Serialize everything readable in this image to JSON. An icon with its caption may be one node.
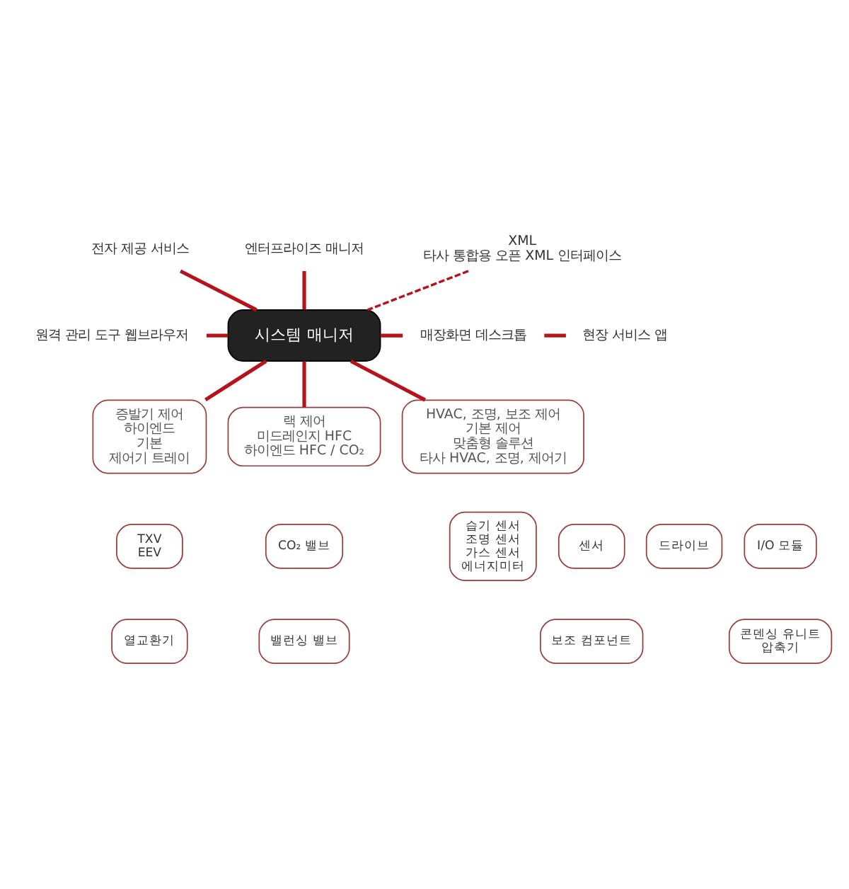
{
  "diagram": {
    "nodes": [
      {
        "text": [
          "전자 제공 서비스"
        ]
      },
      {
        "text": [
          "엔터프라이즈 매니저"
        ]
      },
      {
        "text": [
          "XML",
          "타사 통합용 오픈 XML 인터페이스"
        ]
      },
      {
        "text": [
          "원격 관리 도구 웹브라우저"
        ]
      },
      {
        "text": [
          "시스템 매니저"
        ]
      },
      {
        "text": [
          "매장화면 데스크톱"
        ]
      },
      {
        "text": [
          "현장 서비스 앱"
        ]
      },
      {
        "text": [
          "증발기 제어",
          "하이엔드",
          "기본",
          "제어기 트레이"
        ]
      },
      {
        "text": [
          "랙 제어",
          "미드레인지 HFC",
          "하이엔드 HFC / CO₂"
        ]
      },
      {
        "text": [
          "HVAC, 조명, 보조 제어",
          "기본 제어",
          "맞춤형 솔루션",
          "타사 HVAC, 조명, 제어기"
        ]
      },
      {
        "text": [
          "TXV",
          "EEV"
        ]
      },
      {
        "text": [
          "센서"
        ]
      },
      {
        "text": [
          "드라이브"
        ]
      },
      {
        "text": [
          "CO₂ 밸브"
        ]
      },
      {
        "text": [
          "I/O 모듈"
        ]
      },
      {
        "text": [
          "습기 센서",
          "조명 센서",
          "가스 센서",
          "에너지미터"
        ]
      },
      {
        "text": [
          "열교환기"
        ]
      },
      {
        "text": [
          "보조 컴포넌트"
        ]
      },
      {
        "text": [
          "밸런싱 밸브"
        ]
      },
      {
        "text": [
          "콘덴싱 유니트",
          "압축기"
        ]
      }
    ],
    "edges": [
      {
        "from": 0,
        "to": 4,
        "arrow": "none"
      },
      {
        "from": 1,
        "to": 4,
        "arrow": "none"
      },
      {
        "from": 2,
        "to": 4,
        "arrow": "none",
        "style": "dashed"
      },
      {
        "from": 3,
        "to": 4,
        "arrow": "none"
      },
      {
        "from": 4,
        "to": 5,
        "arrow": "none"
      },
      {
        "from": 5,
        "to": 6,
        "arrow": "none"
      },
      {
        "from": 4,
        "to": 7,
        "arrow": "none"
      },
      {
        "from": 4,
        "to": 8,
        "arrow": "none"
      },
      {
        "from": 4,
        "to": 9,
        "arrow": "none"
      }
    ]
  }
}
